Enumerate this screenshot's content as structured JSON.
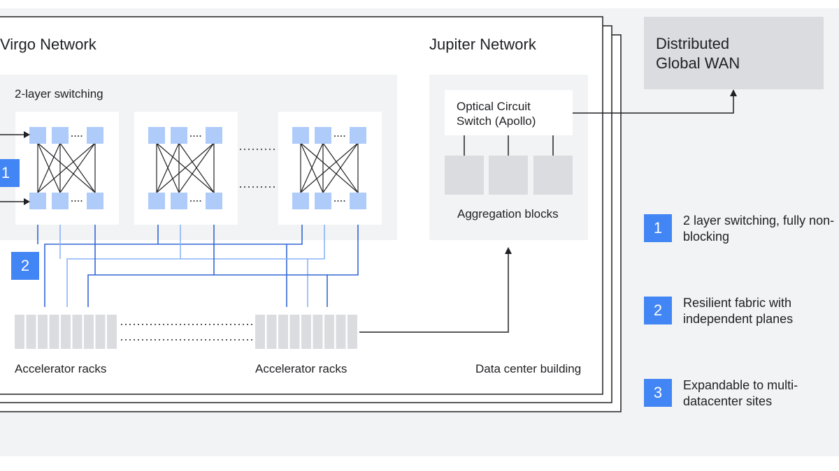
{
  "virgo": {
    "title": "Virgo Network",
    "switching_label": "2-layer switching",
    "racks_left_label": "Accelerator racks",
    "racks_right_label": "Accelerator racks"
  },
  "jupiter": {
    "title": "Jupiter Network",
    "ocs_label": "Optical Circuit\nSwitch (Apollo)",
    "aggregation_label": "Aggregation blocks",
    "building_label": "Data center building"
  },
  "wan": {
    "label": "Distributed\nGlobal WAN"
  },
  "markers": {
    "one": "1",
    "two": "2"
  },
  "legend": [
    {
      "num": "1",
      "text": "2 layer switching, fully non-blocking"
    },
    {
      "num": "2",
      "text": "Resilient fabric with independent planes"
    },
    {
      "num": "3",
      "text": "Expandable to multi-datacenter sites"
    }
  ],
  "colors": {
    "background": "#f1f3f4",
    "panel": "#f1f3f4",
    "switch_node": "#aecbfa",
    "accent_blue": "#4285f4",
    "link_dark": "#3367d6",
    "link_light": "#8ab4f8",
    "rack_gray": "#dadce0",
    "wan_box": "#dadce0"
  }
}
